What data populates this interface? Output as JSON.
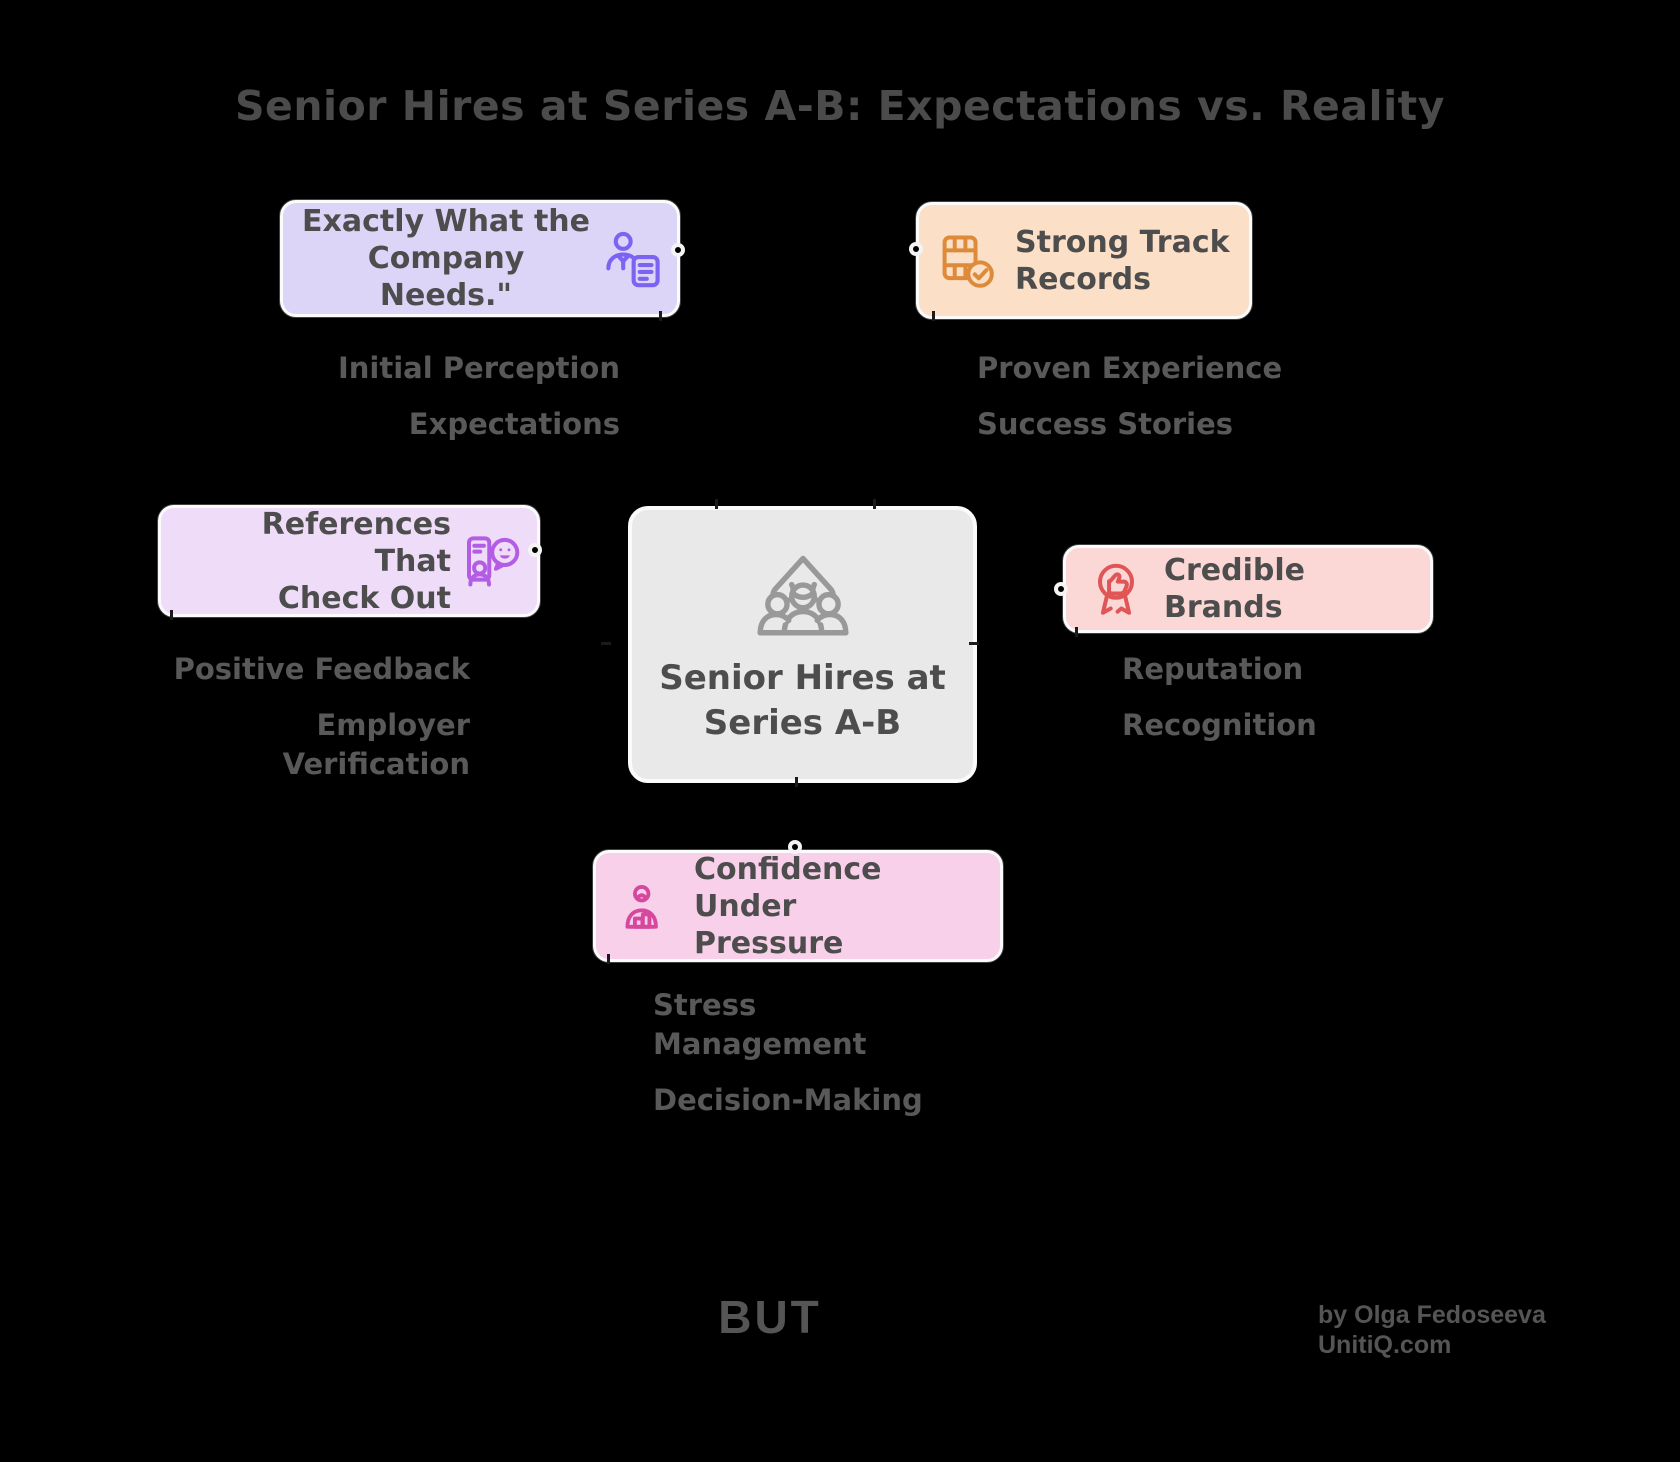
{
  "title": "Senior Hires at Series A-B: Expectations vs. Reality",
  "center": {
    "label": "Senior Hires at\nSeries A-B",
    "icon": "team-growth-icon",
    "bg": "#e9e9e9",
    "icon_color": "#999999"
  },
  "branches": [
    {
      "label": "Exactly What the\nCompany Needs.\"",
      "icon": "person-document-icon",
      "bg": "#ddd5f8",
      "icon_color": "#7c64f2",
      "children": [
        "Initial Perception",
        "Expectations"
      ]
    },
    {
      "label": "Strong Track\nRecords",
      "icon": "film-check-icon",
      "bg": "#fbdfc6",
      "icon_color": "#de8a3b",
      "children": [
        "Proven Experience",
        "Success Stories"
      ]
    },
    {
      "label": "References That\nCheck Out",
      "icon": "document-chat-person-icon",
      "bg": "#efdcf8",
      "icon_color": "#b35ce4",
      "children": [
        "Positive Feedback",
        "Employer\nVerification"
      ]
    },
    {
      "label": "Credible Brands",
      "icon": "award-thumbs-up-icon",
      "bg": "#fbd7d5",
      "icon_color": "#e05555",
      "children": [
        "Reputation",
        "Recognition"
      ]
    },
    {
      "label": "Confidence Under\nPressure",
      "icon": "person-desk-icon",
      "bg": "#f9d0e9",
      "icon_color": "#d6489e",
      "children": [
        "Stress\nManagement",
        "Decision-Making"
      ]
    }
  ],
  "but_label": "BUT",
  "credit": {
    "line1": "by Olga Fedoseeva",
    "line2": "UnitiQ.com"
  },
  "colors": {
    "background": "#000000",
    "title_text": "#4b4b4b",
    "heading_text": "#4d4d4d",
    "child_text": "#595959",
    "footer_text": "#555555"
  }
}
